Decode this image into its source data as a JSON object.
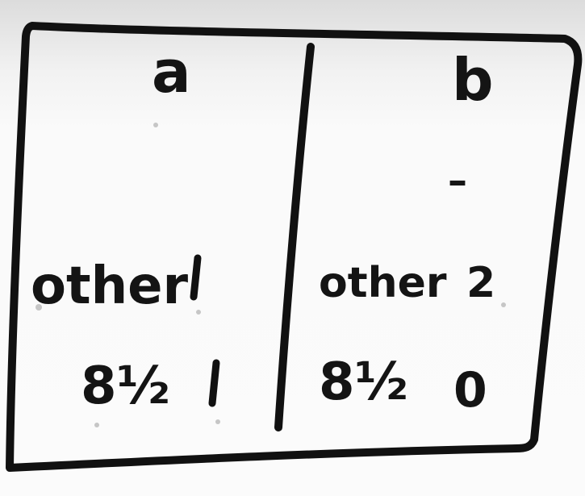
{
  "table": {
    "columns": [
      "a",
      "b"
    ],
    "row_dash": "–",
    "rows": [
      {
        "label_a": "other",
        "value_a": "1",
        "label_b": "other",
        "value_b": "2"
      },
      {
        "label_a": "8½",
        "value_a": "1",
        "label_b": "8½",
        "value_b": "0"
      }
    ]
  }
}
